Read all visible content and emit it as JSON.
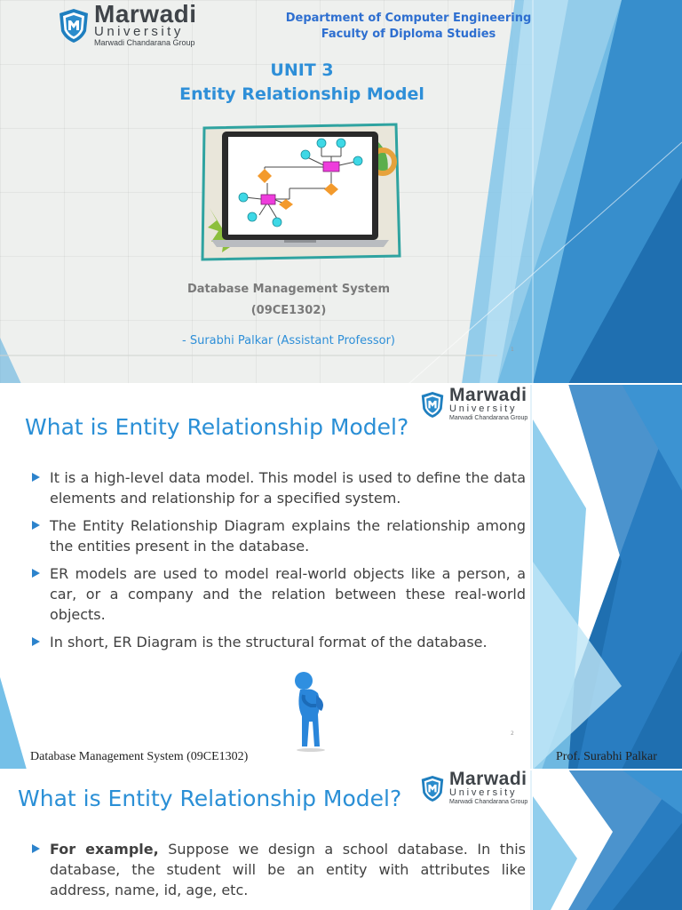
{
  "logo": {
    "brand": "Marwadi",
    "sub": "University",
    "group": "Marwadi Chandarana Group"
  },
  "slide1": {
    "department": "Department of Computer Engineering",
    "faculty": "Faculty of Diploma Studies",
    "unit": "UNIT 3",
    "unit_title": "Entity Relationship Model",
    "course": "Database Management System",
    "course_code": "(09CE1302)",
    "author": "- Surabhi Palkar (Assistant Professor)",
    "page": "1"
  },
  "slide2": {
    "title": "What is Entity Relationship Model?",
    "bullets": [
      "It is a high-level data model. This model is used to define the data elements and relationship for a specified system.",
      "The Entity Relationship Diagram explains the relationship among the entities present in the database.",
      "ER models are used to model real-world objects like a person, a car, or a company and the relation between these real-world objects.",
      "In short, ER Diagram is the structural format of the database."
    ],
    "page": "2",
    "footer_left": "Database Management System (09CE1302)",
    "footer_right": "Prof. Surabhi Palkar"
  },
  "slide3": {
    "title": "What is Entity Relationship Model?",
    "bullet_bold": "For example,",
    "bullet_text": " Suppose we design a school database. In this database, the student will be an entity with attributes like address, name, id, age, etc."
  },
  "colors": {
    "title_blue": "#2a8fd6",
    "dept_blue": "#2e6fd0",
    "accent_dark": "#1f6fb0",
    "accent_light": "#8fd0ee",
    "entity_magenta": "#ee3cdc",
    "relation_orange": "#f39a2c",
    "attribute_cyan": "#3ed8e6"
  }
}
